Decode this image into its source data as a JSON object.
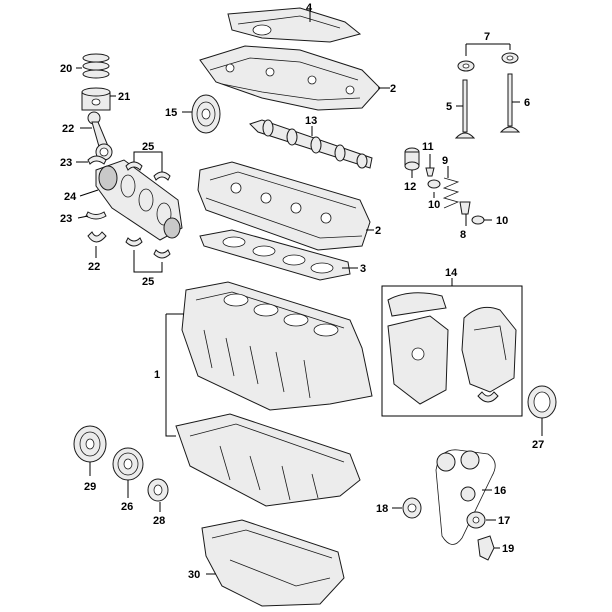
{
  "callouts": {
    "n1": "1",
    "n2a": "2",
    "n2b": "2",
    "n3": "3",
    "n4": "4",
    "n5": "5",
    "n6": "6",
    "n7": "7",
    "n8": "8",
    "n9": "9",
    "n10a": "10",
    "n10b": "10",
    "n11": "11",
    "n12": "12",
    "n13": "13",
    "n14": "14",
    "n15": "15",
    "n16": "16",
    "n17": "17",
    "n18": "18",
    "n19": "19",
    "n20": "20",
    "n21": "21",
    "n22a": "22",
    "n22b": "22",
    "n23a": "23",
    "n23b": "23",
    "n24": "24",
    "n25a": "25",
    "n25b": "25",
    "n26": "26",
    "n27": "27",
    "n28": "28",
    "n29": "29",
    "n30": "30"
  }
}
